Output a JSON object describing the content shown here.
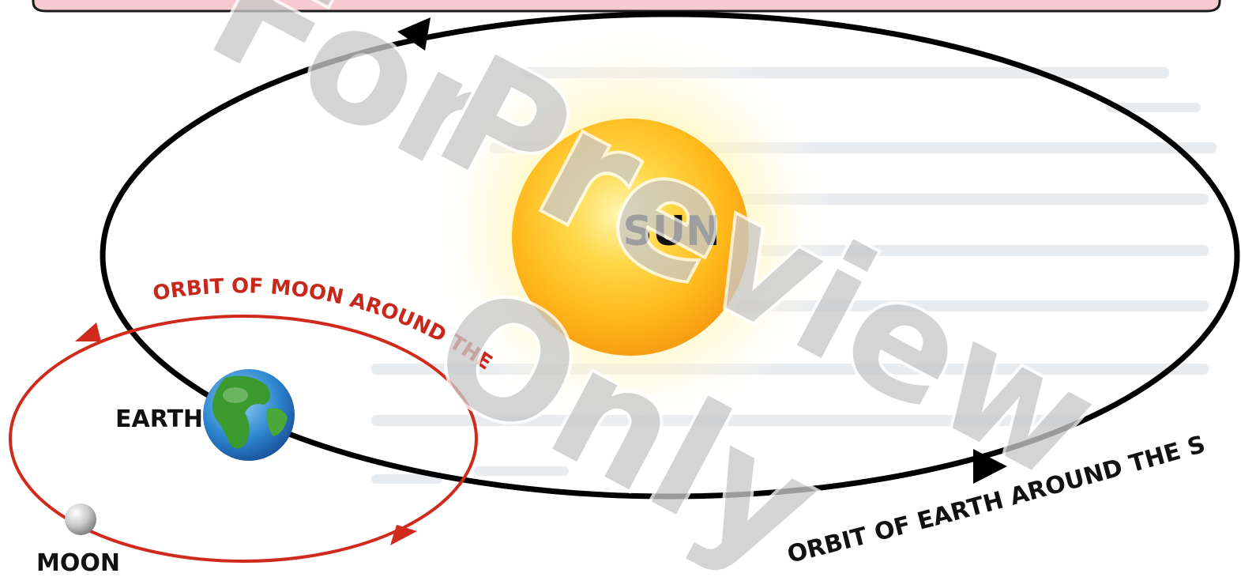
{
  "labels": {
    "sun": "SUN",
    "earth": "EARTH",
    "moon": "MOON",
    "orbit_moon": "ORBIT OF MOON AROUND THE EARTH",
    "orbit_earth": "ORBIT OF EARTH AROUND THE SUN"
  },
  "watermark": {
    "word1": "For",
    "word2": "Preview",
    "word3": "Only"
  },
  "colors": {
    "earth_orbit": "#000000",
    "moon_orbit": "#d02a1c",
    "moon_label": "#c8281c",
    "banner_fill": "#f7c9d1",
    "sun_core": "#ffb81a",
    "watermark_fill": "#c8c8c8"
  },
  "icons": {
    "sun": "sun-icon",
    "earth": "earth-globe-icon",
    "moon": "moon-sphere-icon"
  }
}
